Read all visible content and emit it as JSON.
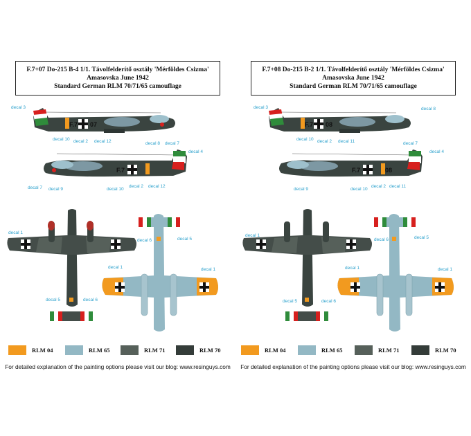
{
  "panels": [
    {
      "title": [
        "F.7+07 Do-215 B-4 1/1. Távolfelderítő osztály 'Mérföldes Csizma'",
        "Amasovska  June 1942",
        "Standard German RLM 70/71/65 camouflage"
      ],
      "code_left": "F.7",
      "code_right": "07",
      "callouts": [
        "decal 3",
        "decal 10",
        "decal 2",
        "decal 12",
        "decal 8",
        "decal 7",
        "decal 4",
        "decal 7",
        "decal 9",
        "decal 10",
        "decal 2",
        "decal 12",
        "decal 1",
        "decal 6",
        "decal 5",
        "decal 1",
        "decal 1",
        "decal 5",
        "decal 6"
      ]
    },
    {
      "title": [
        "F.7+08 Do-215 B-2 1/1. Távolfelderítő osztály 'Mérföldes Csizma'",
        "Amasovska  June 1942",
        "Standard German RLM 70/71/65 camouflage"
      ],
      "code_left": "F.7",
      "code_right": "08",
      "callouts": [
        "decal 3",
        "decal 10",
        "decal 2",
        "decal 11",
        "decal 8",
        "decal 7",
        "decal 4",
        "decal 9",
        "decal 10",
        "decal 2",
        "decal 11",
        "decal 1",
        "decal 6",
        "decal 5",
        "decal 1",
        "decal 1",
        "decal 5",
        "decal 6"
      ]
    }
  ],
  "legend": [
    {
      "label": "RLM 04",
      "color": "#f29a1f"
    },
    {
      "label": "RLM 65",
      "color": "#93b8c4"
    },
    {
      "label": "RLM 71",
      "color": "#56605a"
    },
    {
      "label": "RLM 70",
      "color": "#343c39"
    }
  ],
  "footer": "For detailed explanation of the painting options please visit our blog: www.resinguys.com"
}
